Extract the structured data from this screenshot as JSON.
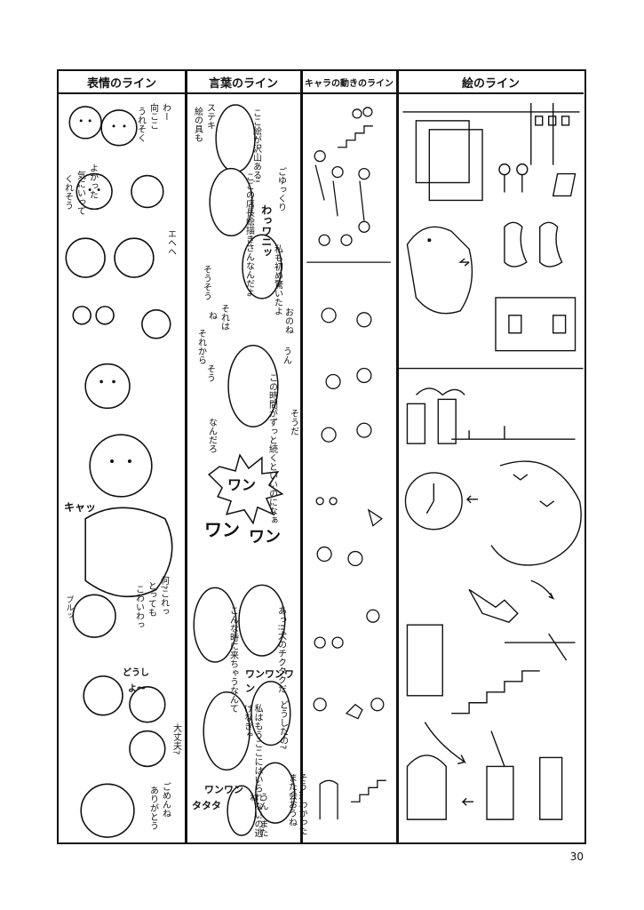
{
  "columns": [
    {
      "header": "表情のライン"
    },
    {
      "header": "言葉のライン"
    },
    {
      "header": "キャラの動きのライン"
    },
    {
      "header": "絵のライン"
    }
  ],
  "expression_col": {
    "sfx": [
      "わー",
      "向ここ",
      "うれそく",
      "よかった",
      "気にいって",
      "くれそう",
      "エヘヘ",
      "キャッ",
      "何?これっ",
      "とっても",
      "こわいわっ",
      "ブルッ",
      "どうし",
      "よ〜",
      "大丈夫?",
      "ごめんね",
      "ありがとう"
    ]
  },
  "words_col": {
    "bubbles": [
      "ここ絵が沢山ある!",
      "ここの店長絵描きさんなんだよ",
      "私も初め驚いたよ",
      "この時間がずっと続くといいのになぁ",
      "あっ!!犬のチクタクだ",
      "こんな時に来ちゃうなんて",
      "どうしたの?",
      "私はもうここにはいられないの逃げなきゃ",
      "そう…わかったまた会おうね",
      "うん…またね"
    ],
    "sfx": [
      "ステキ",
      "絵の具も",
      "ごゆっくり",
      "わっワニッ",
      "そうそう",
      "それは",
      "ね",
      "それから",
      "そう",
      "なんだろ",
      "ワン",
      "ワン",
      "ワン",
      "ワンワンワン",
      "ワンワン",
      "タタタ",
      "うん",
      "そうだ",
      "おのね"
    ]
  },
  "page_number": "30"
}
